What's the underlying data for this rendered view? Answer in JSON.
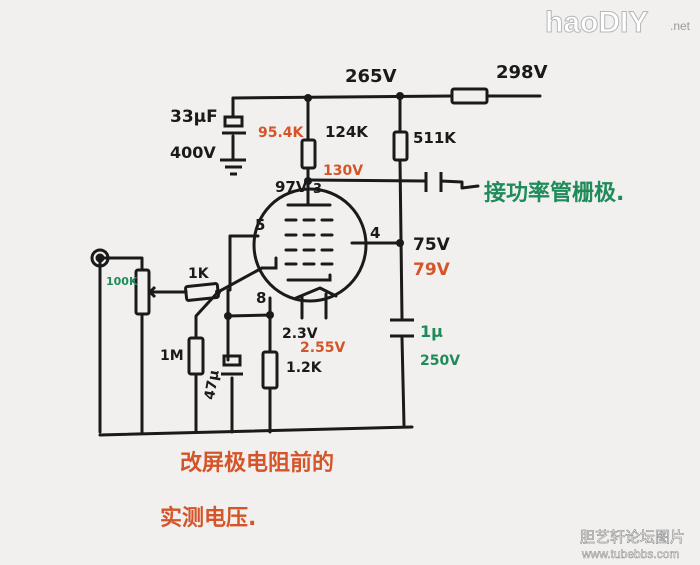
{
  "watermark": {
    "logo": "haoDIY",
    "logo_suffix": ".net",
    "forum": "胆艺轩论坛图片",
    "url": "www.tubebbs.com"
  },
  "colors": {
    "ink": "#1a1a1a",
    "orange": "#d4552a",
    "green": "#1f8a5a",
    "paper": "#f1f0ee"
  },
  "labels": {
    "v265": "265V",
    "v298": "298V",
    "cap_value": "33μF",
    "cap_voltage": "400V",
    "r_plate_old": "95.4K",
    "r_plate": "124K",
    "r_screen": "511K",
    "v_plate_new": "130V",
    "v_plate": "97V",
    "pin3": "3",
    "pin5": "5",
    "pin4": "4",
    "pin8": "8",
    "v_screen": "75V",
    "v_screen_new": "79V",
    "pot": "100K",
    "r_grid": "1K",
    "r_leak": "1M",
    "cap_cathode": "47μ",
    "v_heater": "2.3V",
    "v_heater_new": "2.55V",
    "r_cathode": "1.2K",
    "cap_screen": "1μ",
    "cap_screen_v": "250V",
    "to_grid": "接功率管栅极.",
    "note_line1": "改屏极电阻前的",
    "note_line2": "实测电压."
  }
}
